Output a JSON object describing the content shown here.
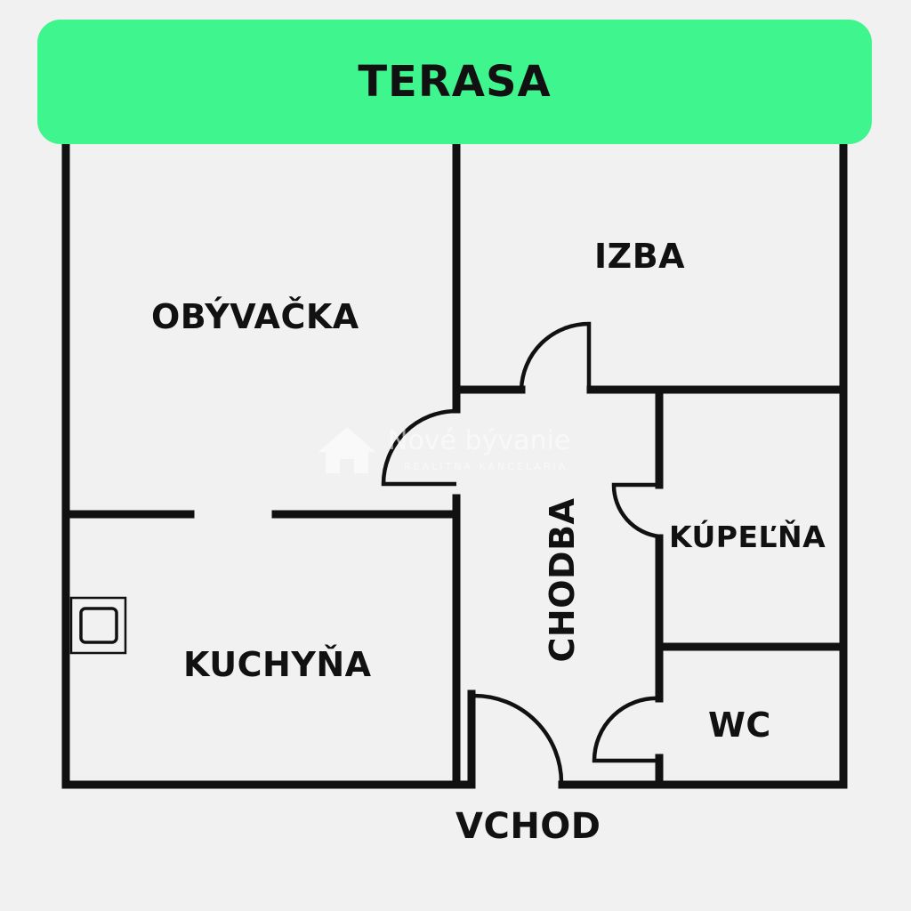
{
  "terrace": {
    "label": "TERASA",
    "color": "#3ff58e"
  },
  "rooms": {
    "living_room": "OBÝVAČKA",
    "bedroom": "IZBA",
    "kitchen": "KUCHYŇA",
    "hallway": "CHODBA",
    "bathroom": "KÚPEĽŇA",
    "toilet": "WC"
  },
  "entrance": "VCHOD",
  "watermark": {
    "name": "Nové bývanie",
    "tagline": "REALITNÁ KANCELÁRIA",
    "icon": "house-icon"
  },
  "fixtures": {
    "stove_icon": "stove-icon"
  },
  "colors": {
    "walls": "#111111",
    "background": "#f1f1f1",
    "watermark": "#ffffff"
  }
}
